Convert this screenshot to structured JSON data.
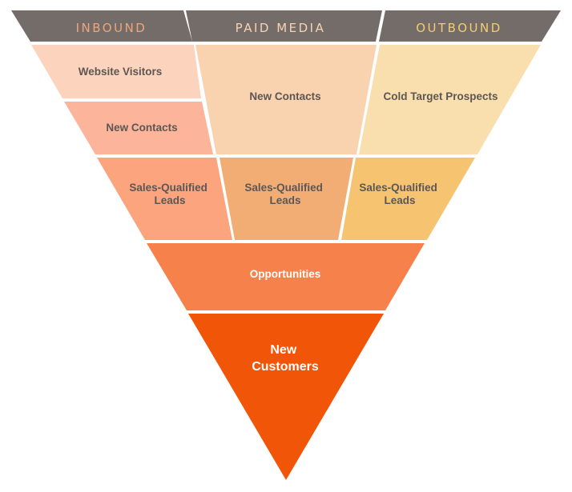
{
  "colors": {
    "header_bg": "#736c68",
    "header_inbound_text": "#f0a57a",
    "header_paid_text": "#f9d2b2",
    "header_outbound_text": "#f6cc6e",
    "inbound_top": "#fcd3bd",
    "inbound_mid": "#fcb59a",
    "inbound_sql": "#fba47e",
    "paid_top": "#f9d2b0",
    "paid_sql": "#f2ad75",
    "outbound_top": "#f9dfae",
    "outbound_sql": "#f6c471",
    "opportunities": "#f7814b",
    "customers": "#f05508",
    "dark_text": "#5d5653",
    "light_text": "#ffffff"
  },
  "headers": {
    "inbound": "INBOUND",
    "paid_media": "PAID MEDIA",
    "outbound": "OUTBOUND"
  },
  "inbound": {
    "website_visitors": "Website Visitors",
    "new_contacts": "New Contacts",
    "sql_line1": "Sales-Qualified",
    "sql_line2": "Leads"
  },
  "paid_media": {
    "new_contacts": "New Contacts",
    "sql_line1": "Sales-Qualified",
    "sql_line2": "Leads"
  },
  "outbound": {
    "cold_target": "Cold Target Prospects",
    "sql_line1": "Sales-Qualified",
    "sql_line2": "Leads"
  },
  "bottom": {
    "opportunities": "Opportunities",
    "customers_line1": "New",
    "customers_line2": "Customers"
  }
}
